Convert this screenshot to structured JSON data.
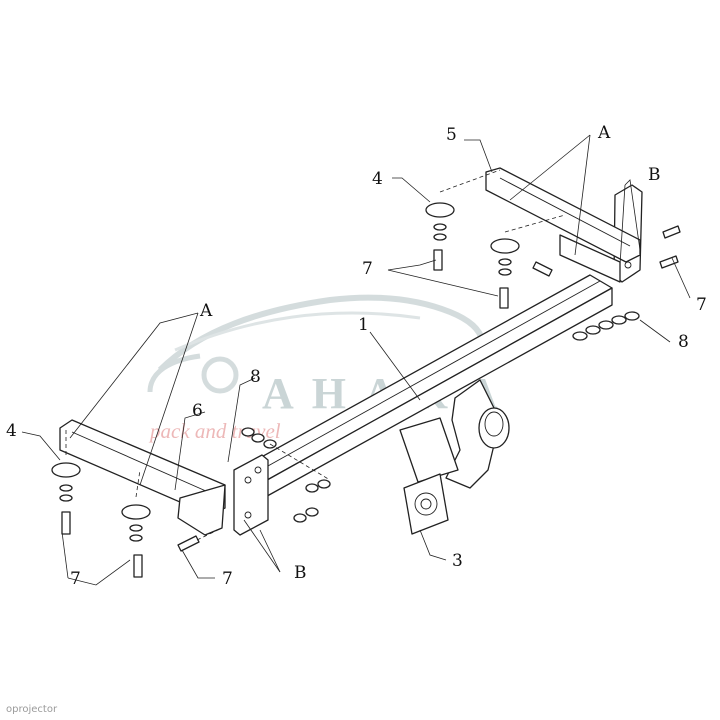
{
  "callouts": {
    "five": "5",
    "a_top": "A",
    "b_top": "B",
    "four_top": "4",
    "seven_mid": "7",
    "seven_right": "7",
    "eight_right": "8",
    "one": "1",
    "a_left": "A",
    "eight_left": "8",
    "six": "6",
    "four_left": "4",
    "seven_bottom": "7",
    "seven_bottom2": "7",
    "b_bottom": "B",
    "three": "3"
  },
  "watermark": {
    "brand": "AHAKA",
    "tagline": "pack and travel"
  },
  "corner_mark": "oprojector"
}
